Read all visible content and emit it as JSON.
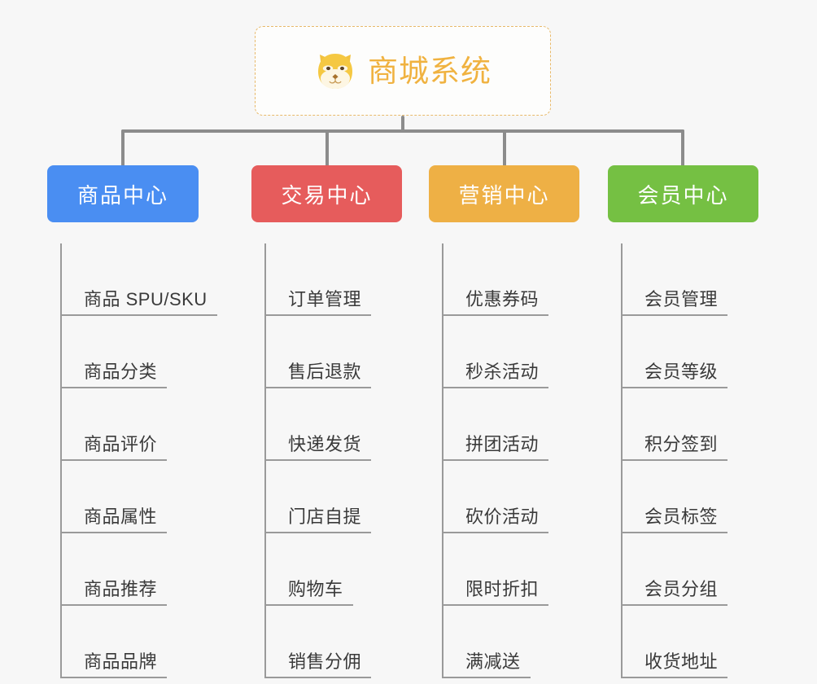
{
  "root": {
    "title": "商城系统",
    "icon": "shiba-dog-face-icon",
    "border_color": "#e8b96a",
    "text_color": "#f0b240",
    "background": "#fdfdfc"
  },
  "canvas": {
    "background": "#f7f7f7",
    "connector_color": "#8c8c8c",
    "leaf_line_color": "#9a9a9a",
    "leaf_text_color": "#3a3a3a"
  },
  "columns": [
    {
      "title": "商品中心",
      "color": "#4a8ef2",
      "items": [
        "商品 SPU/SKU",
        "商品分类",
        "商品评价",
        "商品属性",
        "商品推荐",
        "商品品牌"
      ]
    },
    {
      "title": "交易中心",
      "color": "#e65c5c",
      "items": [
        "订单管理",
        "售后退款",
        "快递发货",
        "门店自提",
        "购物车",
        "销售分佣"
      ]
    },
    {
      "title": "营销中心",
      "color": "#eeb045",
      "items": [
        "优惠券码",
        "秒杀活动",
        "拼团活动",
        "砍价活动",
        "限时折扣",
        "满减送"
      ]
    },
    {
      "title": "会员中心",
      "color": "#75c043",
      "items": [
        "会员管理",
        "会员等级",
        "积分签到",
        "会员标签",
        "会员分组",
        "收货地址"
      ]
    }
  ]
}
